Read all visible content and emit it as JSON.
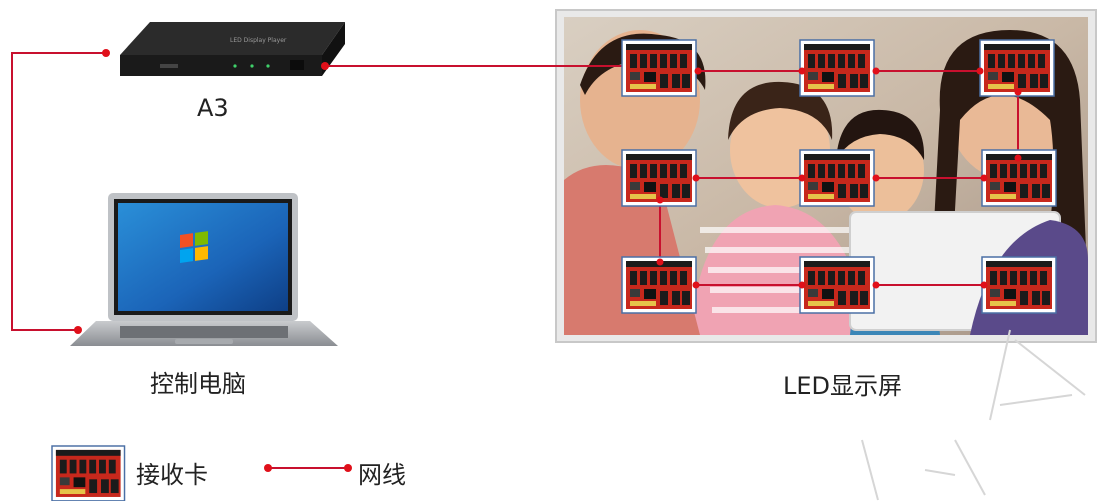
{
  "devices": {
    "controller_label": "A3",
    "controller_panel_text": "LED Display Player",
    "computer_label": "控制电脑",
    "screen_label": "LED显示屏"
  },
  "legend": {
    "receiver_card_label": "接收卡",
    "network_cable_label": "网线"
  },
  "colors": {
    "cable": "#c8102e",
    "dot": "#e0101a",
    "card_red": "#c7281c",
    "card_black": "#1b1b1b"
  }
}
